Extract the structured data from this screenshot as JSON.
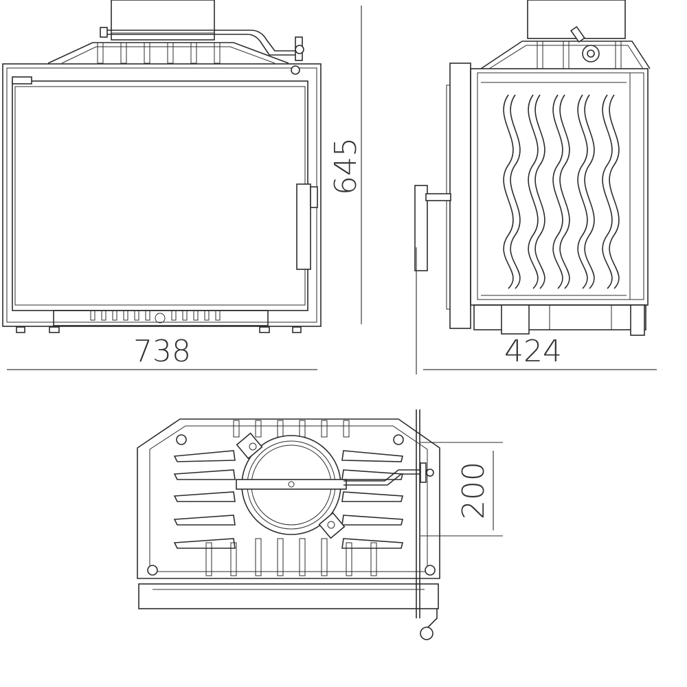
{
  "drawing": {
    "dimensions": {
      "width": "738",
      "height": "645",
      "depth": "424",
      "flue_diameter": "200"
    }
  }
}
